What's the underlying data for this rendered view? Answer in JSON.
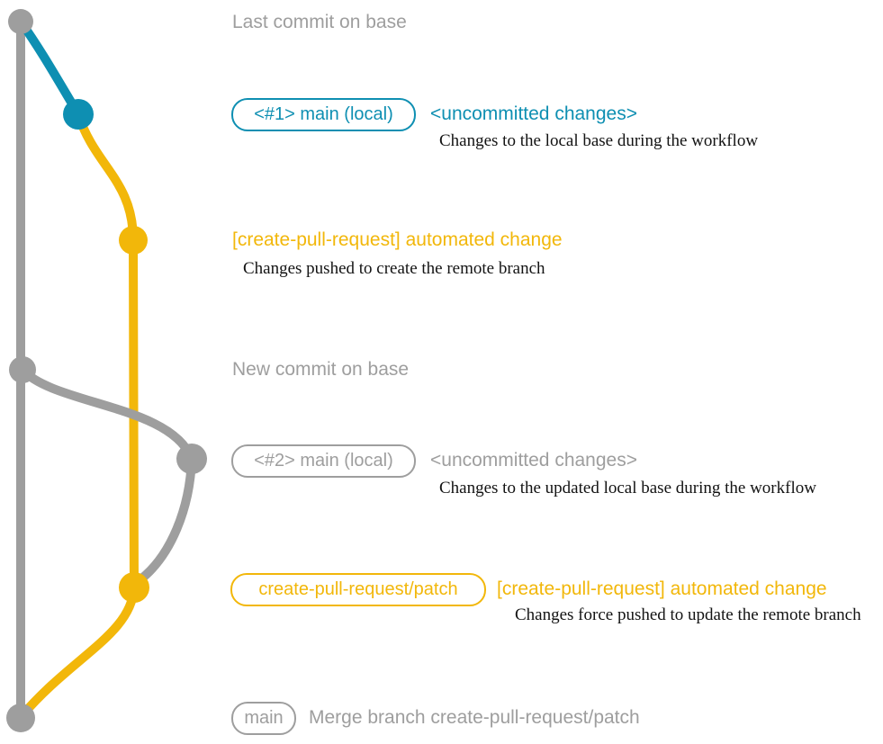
{
  "colors": {
    "gray": "#9E9E9E",
    "blue": "#0E8FB2",
    "yellow": "#F2B70A",
    "note_text": "#131313"
  },
  "graph": {
    "branches": [
      {
        "name": "base",
        "color": "#9E9E9E"
      },
      {
        "name": "main (local)",
        "color": "#0E8FB2"
      },
      {
        "name": "create-pull-request/patch",
        "color": "#F2B70A"
      }
    ],
    "commit_count": 7
  },
  "rows": {
    "row1": {
      "label": "Last commit on base"
    },
    "row2": {
      "badge": "<#1> main (local)",
      "tag": "<uncommitted changes>",
      "note": "Changes to the local base during the workflow"
    },
    "row3": {
      "label": "[create-pull-request] automated change",
      "note": "Changes pushed to create the remote branch"
    },
    "row4": {
      "label": "New commit on base"
    },
    "row5": {
      "badge": "<#2> main (local)",
      "tag": "<uncommitted changes>",
      "note": "Changes to the updated local base during the workflow"
    },
    "row6": {
      "badge": "create-pull-request/patch",
      "label": "[create-pull-request] automated change",
      "note": "Changes force pushed to update the remote branch"
    },
    "row7": {
      "badge": "main",
      "label": "Merge branch create-pull-request/patch"
    }
  }
}
